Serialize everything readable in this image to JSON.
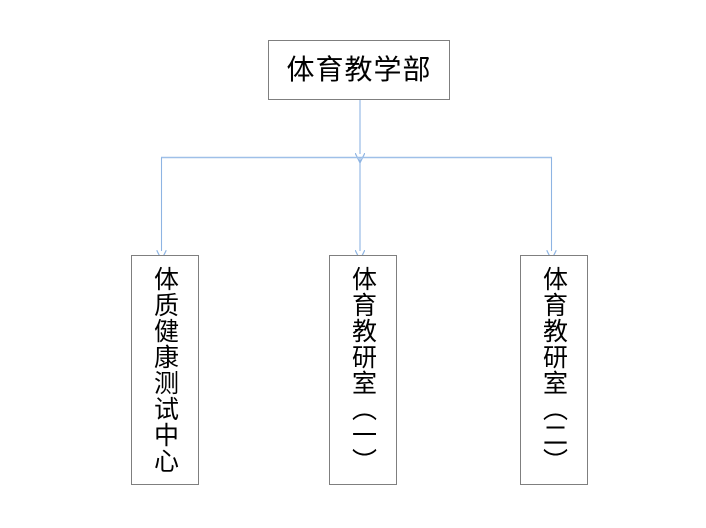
{
  "diagram": {
    "type": "organizational-chart",
    "orientation": "top-down",
    "background_color": "#ffffff",
    "box_border_color": "#7f7f7f",
    "connector_color": "#8eb4e3",
    "root": {
      "label": "体育教学部",
      "text_direction": "horizontal"
    },
    "children": [
      {
        "label": "体质健康测试中心",
        "text_direction": "vertical"
      },
      {
        "label": "体育教研室（一）",
        "text_direction": "vertical"
      },
      {
        "label": "体育教研室（二）",
        "text_direction": "vertical"
      }
    ],
    "connectors": [
      {
        "name": "root-to-bus",
        "from": "root",
        "to": "distribution-bus",
        "arrow": true
      },
      {
        "name": "bus-to-child-0",
        "from": "distribution-bus",
        "to": "child-0",
        "arrow": true
      },
      {
        "name": "bus-to-child-1",
        "from": "distribution-bus",
        "to": "child-1",
        "arrow": true
      },
      {
        "name": "bus-to-child-2",
        "from": "distribution-bus",
        "to": "child-2",
        "arrow": true
      }
    ]
  }
}
